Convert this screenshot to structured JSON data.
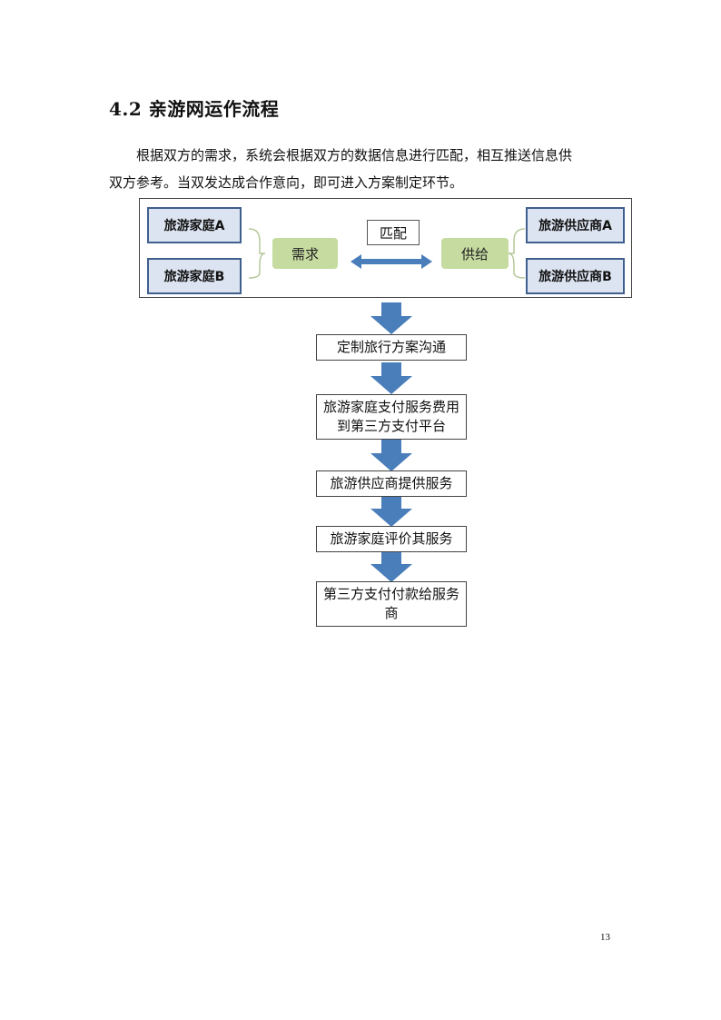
{
  "heading": "4.2 亲游网运作流程",
  "paragraph": {
    "line1": "根据双方的需求，系统会根据双方的数据信息进行匹配，相互推送信息供",
    "line2": "双方参考。当双发达成合作意向，即可进入方案制定环节。"
  },
  "diagram": {
    "demand_side": [
      "旅游家庭A",
      "旅游家庭B"
    ],
    "demand_label": "需求",
    "match_label": "匹配",
    "supply_label": "供给",
    "supply_side": [
      "旅游供应商A",
      "旅游供应商B"
    ]
  },
  "flow_steps": [
    "定制旅行方案沟通",
    "旅游家庭支付服务费用到第三方支付平台",
    "旅游供应商提供服务",
    "旅游家庭评价其服务",
    "第三方支付付款给服务商"
  ],
  "colors": {
    "blue_box_fill": "#dce4f1",
    "blue_box_border": "#3f5f8f",
    "green_box_fill": "#c6dba0",
    "arrow_fill": "#4a7ebb"
  },
  "page_number": "13"
}
